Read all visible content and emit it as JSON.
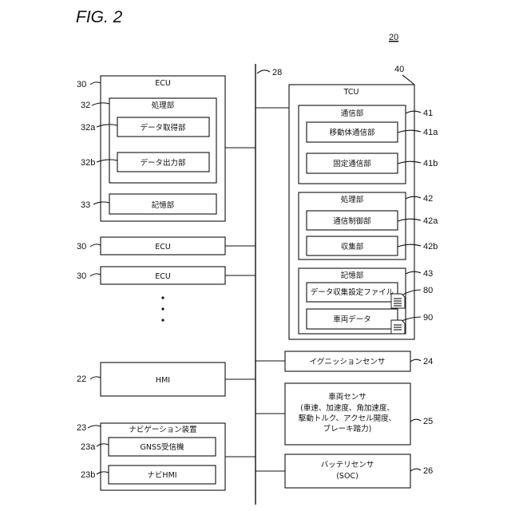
{
  "figure": {
    "title": "FIG. 2",
    "system_ref": "20"
  },
  "bus": {
    "ref": "28"
  },
  "left": {
    "ecu_main": {
      "label": "ECU",
      "ref": "30",
      "processing": {
        "label": "処理部",
        "ref": "32",
        "data_acquisition": {
          "label": "データ取得部",
          "ref": "32a"
        },
        "data_output": {
          "label": "データ出力部",
          "ref": "32b"
        }
      },
      "storage": {
        "label": "記憶部",
        "ref": "33"
      }
    },
    "ecu_2": {
      "label": "ECU",
      "ref": "30"
    },
    "ecu_3": {
      "label": "ECU",
      "ref": "30"
    },
    "hmi": {
      "label": "HMI",
      "ref": "22"
    },
    "navigation": {
      "label": "ナビゲーション装置",
      "ref": "23",
      "gnss": {
        "label": "GNSS受信機",
        "ref": "23a"
      },
      "navi_hmi": {
        "label": "ナビHMI",
        "ref": "23b"
      }
    }
  },
  "right": {
    "tcu": {
      "label": "TCU",
      "ref": "40",
      "communication": {
        "label": "通信部",
        "ref": "41",
        "mobile": {
          "label": "移動体通信部",
          "ref": "41a"
        },
        "fixed": {
          "label": "固定通信部",
          "ref": "41b"
        }
      },
      "processing": {
        "label": "処理部",
        "ref": "42",
        "comm_control": {
          "label": "通信制御部",
          "ref": "42a"
        },
        "collection": {
          "label": "収集部",
          "ref": "42b"
        }
      },
      "storage": {
        "label": "記憶部",
        "ref": "43",
        "settings_file": {
          "label": "データ収集設定ファイル",
          "ref": "80"
        },
        "vehicle_data": {
          "label": "車両データ",
          "ref": "90"
        }
      }
    },
    "ignition": {
      "label": "イグニッションセンサ",
      "ref": "24"
    },
    "vehicle_sensor": {
      "label": "車両センサ",
      "lines": [
        "(車速、加速度、角加速度、",
        "駆動トルク、アクセル開度、",
        "ブレーキ踏力)"
      ],
      "ref": "25"
    },
    "battery": {
      "label": "バッテリセンサ",
      "sub": "(SOC)",
      "ref": "26"
    }
  }
}
